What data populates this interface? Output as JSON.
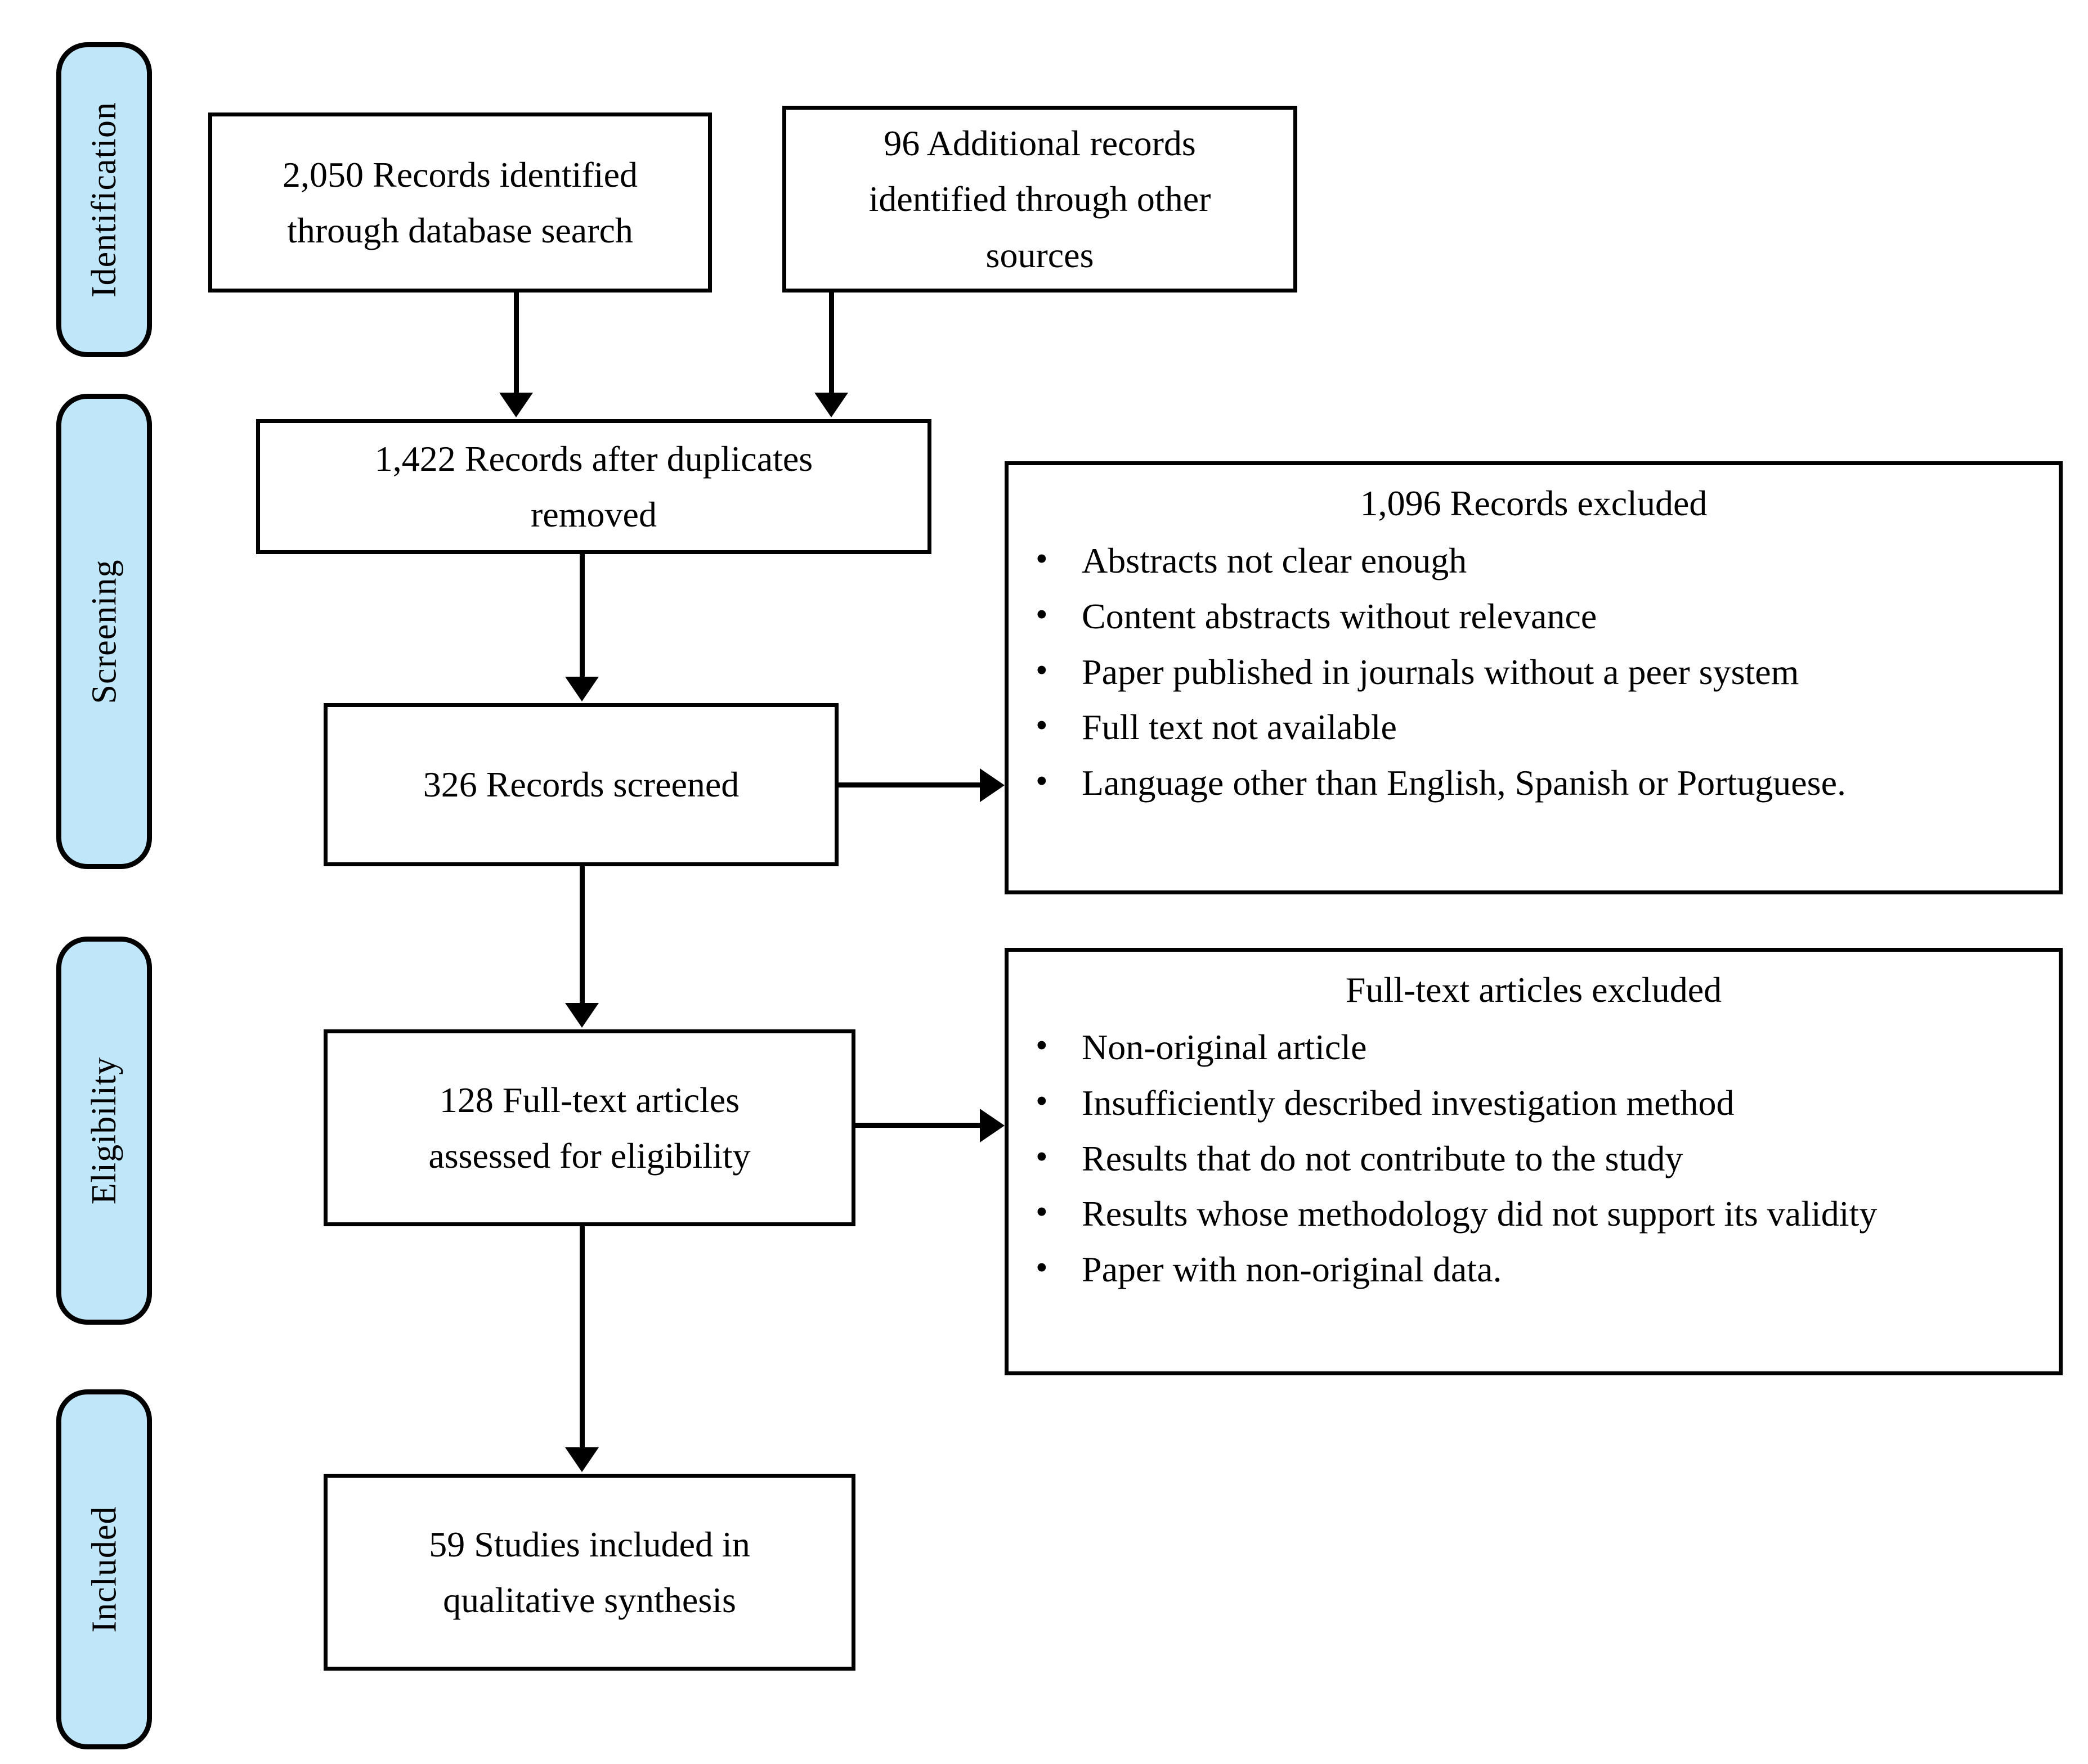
{
  "diagram": {
    "title": "PRISMA flow diagram",
    "accent_color": "#BFE6F9",
    "line_color": "#000000",
    "box_fill": "#FFFFFF"
  },
  "stages": [
    {
      "label": "Identification"
    },
    {
      "label": "Screening"
    },
    {
      "label": "Eligibility"
    },
    {
      "label": "Included"
    }
  ],
  "boxes": {
    "database_search": {
      "line1": "2,050 Records identified",
      "line2": "through database search"
    },
    "other_sources": {
      "line1": "96 Additional records",
      "line2": "identified through other",
      "line3": "sources"
    },
    "duplicates_removed": {
      "line1": "1,422 Records after duplicates",
      "line2": "removed"
    },
    "records_screened": {
      "line1": "326 Records screened"
    },
    "fulltext_assessed": {
      "line1": "128 Full-text articles",
      "line2": "assessed for eligibility"
    },
    "studies_included": {
      "line1": "59 Studies included in",
      "line2": "qualitative synthesis"
    }
  },
  "exclusions": {
    "records_excluded": {
      "title": "1,096 Records excluded",
      "items": [
        "Abstracts not clear enough",
        "Content abstracts without relevance",
        "Paper published in journals without a peer system",
        "Full text not available",
        "Language other than English, Spanish or Portuguese."
      ]
    },
    "fulltext_excluded": {
      "title": "Full-text articles excluded",
      "items": [
        "Non-original article",
        "Insufficiently described investigation method",
        "Results that do not contribute to the study",
        "Results whose methodology did not support its validity",
        "Paper with non-original data."
      ]
    }
  },
  "chart_data": {
    "type": "diagram",
    "flow": [
      {
        "node": "2,050 Records identified through database search",
        "count": 2050,
        "stage": "Identification"
      },
      {
        "node": "96 Additional records identified through other sources",
        "count": 96,
        "stage": "Identification"
      },
      {
        "node": "1,422 Records after duplicates removed",
        "count": 1422,
        "stage": "Screening"
      },
      {
        "node": "326 Records screened",
        "count": 326,
        "stage": "Screening"
      },
      {
        "node": "1,096 Records excluded",
        "count": 1096,
        "stage": "Screening"
      },
      {
        "node": "128 Full-text articles assessed for eligibility",
        "count": 128,
        "stage": "Eligibility"
      },
      {
        "node": "Full-text articles excluded",
        "count": null,
        "stage": "Eligibility"
      },
      {
        "node": "59 Studies included in qualitative synthesis",
        "count": 59,
        "stage": "Included"
      }
    ]
  }
}
